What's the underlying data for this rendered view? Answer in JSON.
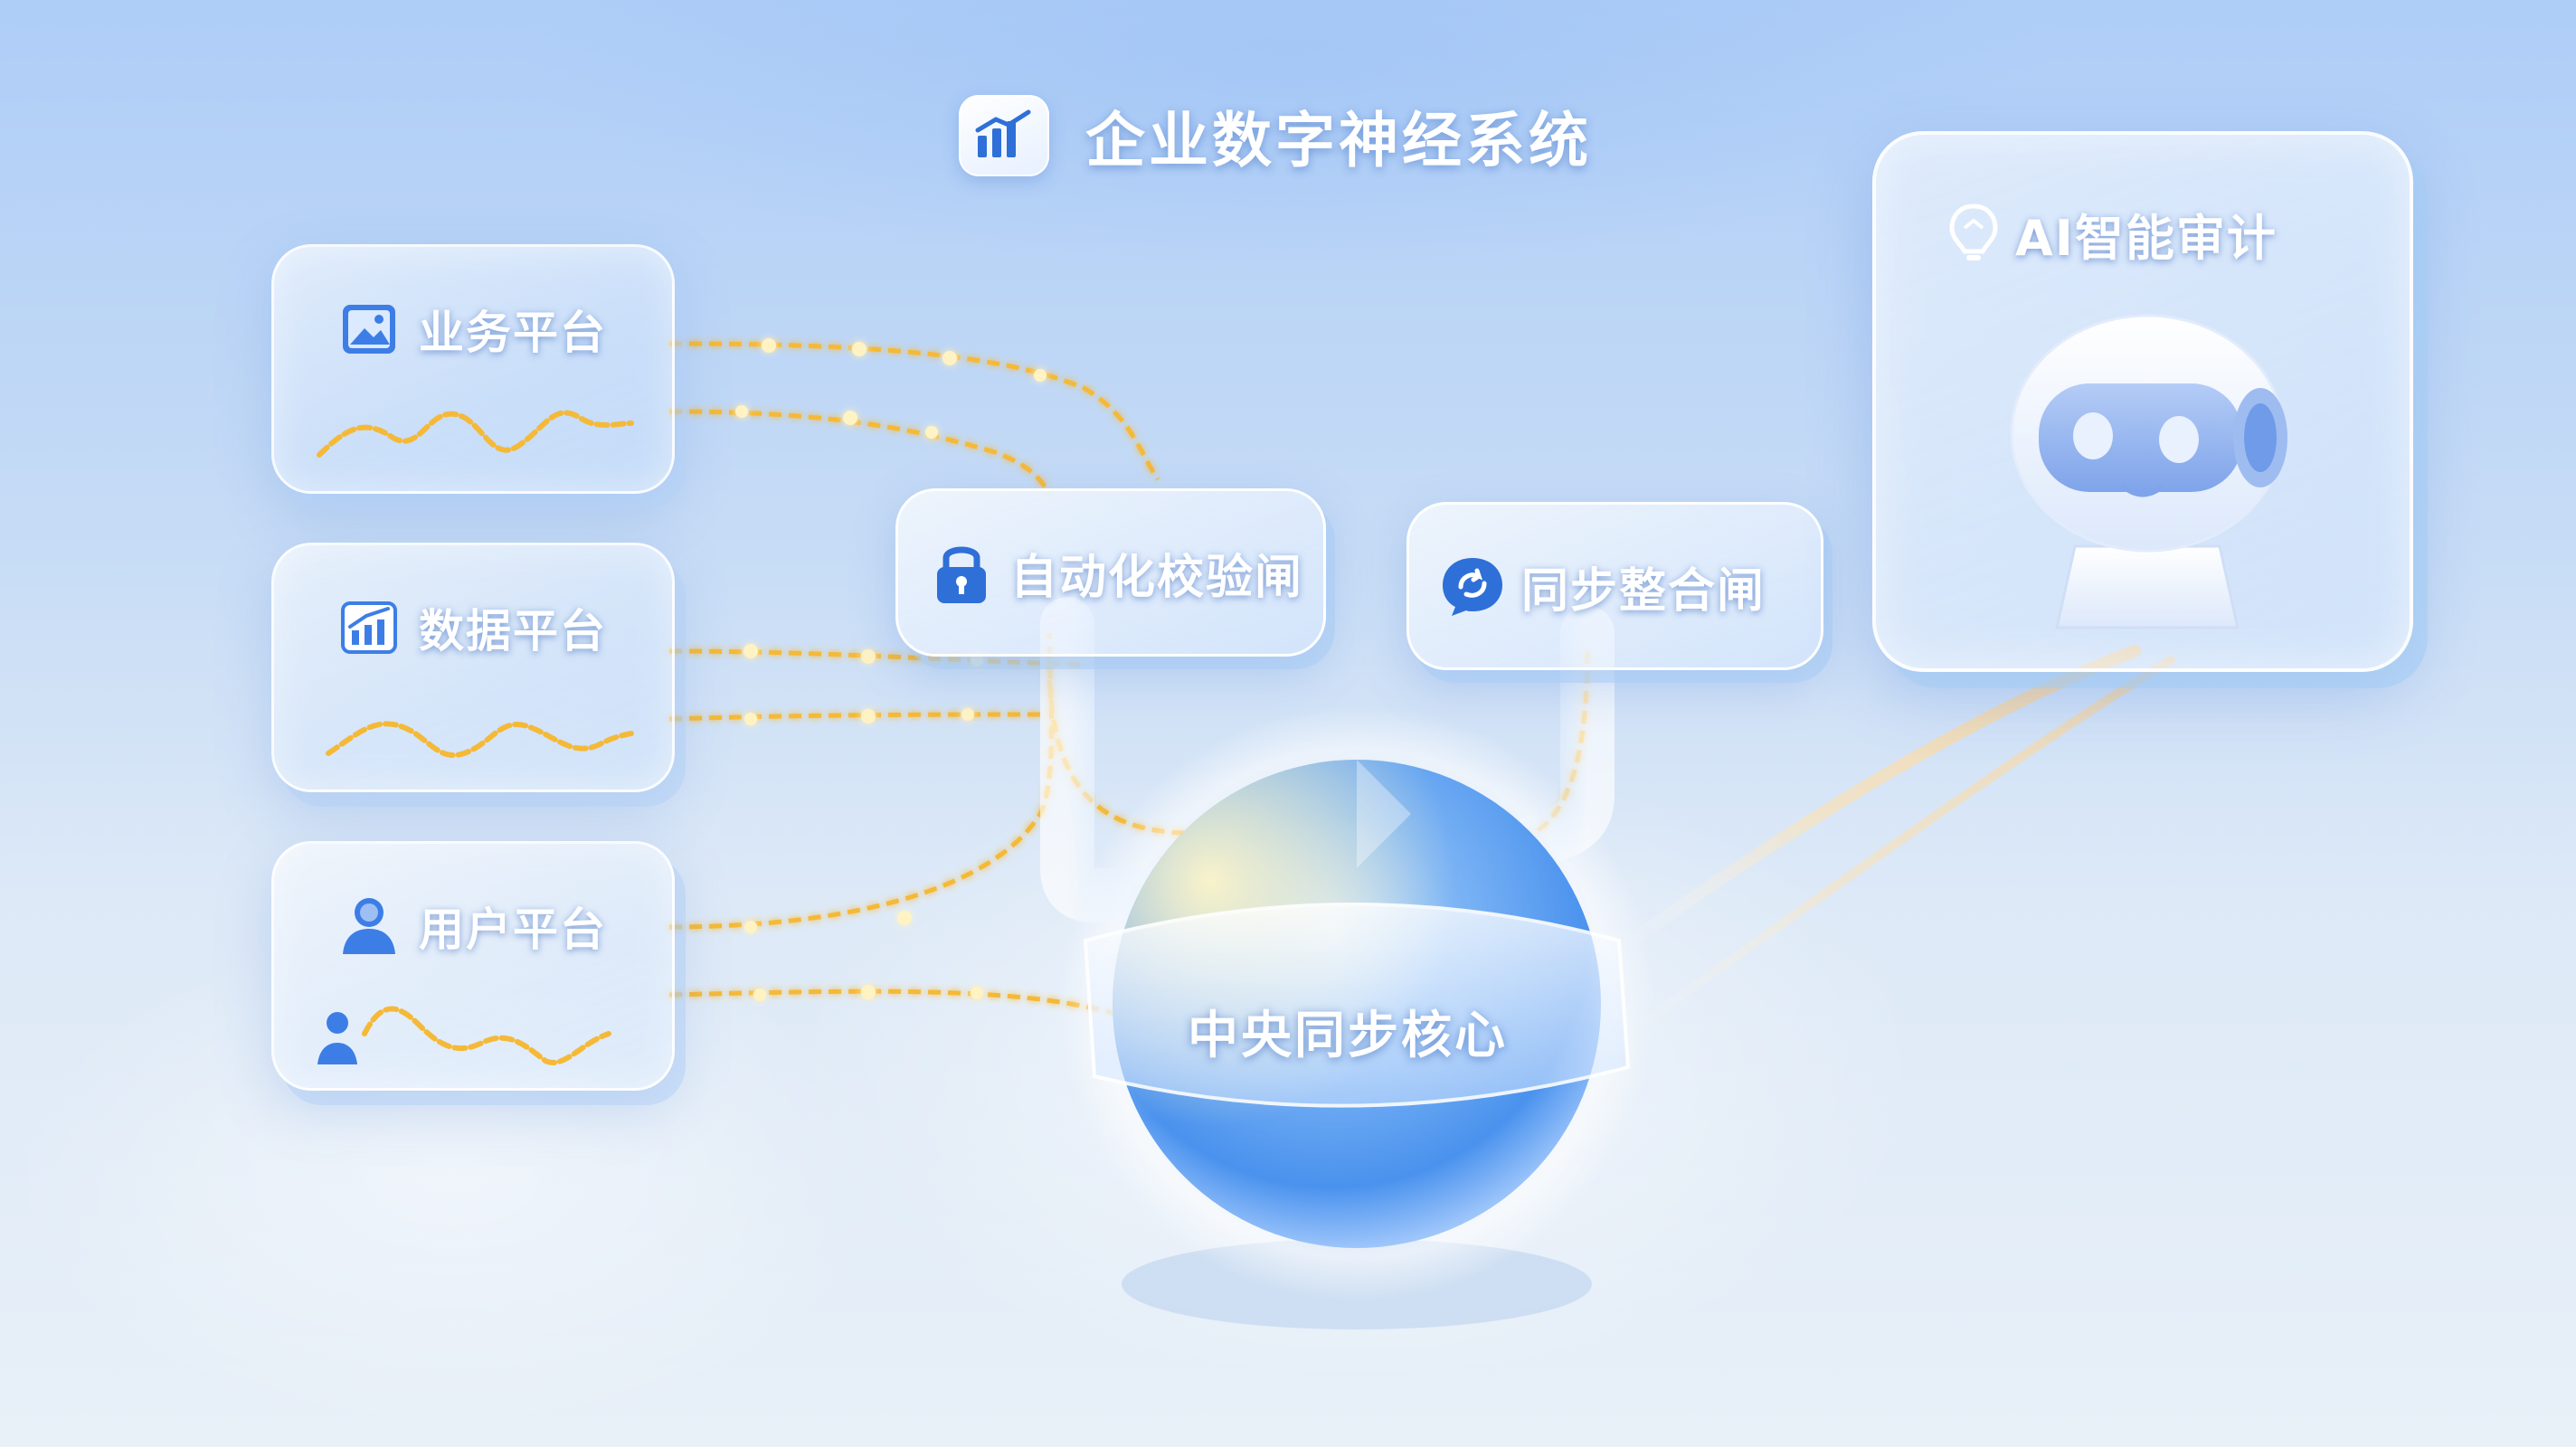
{
  "title": "企业数字神经系统",
  "platforms": [
    {
      "label": "业务平台",
      "icon": "image-icon"
    },
    {
      "label": "数据平台",
      "icon": "chart-icon"
    },
    {
      "label": "用户平台",
      "icon": "user-icon"
    }
  ],
  "gates": [
    {
      "label": "自动化校验闸",
      "icon": "lock-icon"
    },
    {
      "label": "同步整合闸",
      "icon": "sync-chat-icon"
    }
  ],
  "audit": {
    "label": "AI智能审计",
    "icon": "bulb-icon"
  },
  "core": {
    "label": "中央同步核心"
  },
  "colors": {
    "flow": "#f5b938",
    "accent_blue": "#3d7ee6",
    "background": "#c7dcf6"
  }
}
